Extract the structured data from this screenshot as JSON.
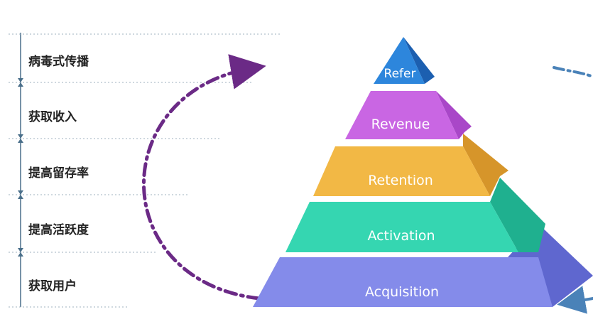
{
  "stages": [
    {
      "cn": "病毒式传播",
      "en": "Refer"
    },
    {
      "cn": "获取收入",
      "en": "Revenue"
    },
    {
      "cn": "提高留存率",
      "en": "Retention"
    },
    {
      "cn": "提高活跃度",
      "en": "Activation"
    },
    {
      "cn": "获取用户",
      "en": "Acquisition"
    }
  ],
  "colors": {
    "refer": "#2a7fd6",
    "revenue": "#c462e0",
    "retention": "#f1b43c",
    "activation": "#2fd1ac",
    "acquisition": "#7f86e8",
    "arrow_purple": "#6b2a86",
    "arrow_blue": "#4a82b8",
    "axis": "#4a6f8a",
    "divider": "#9fb0bf"
  }
}
